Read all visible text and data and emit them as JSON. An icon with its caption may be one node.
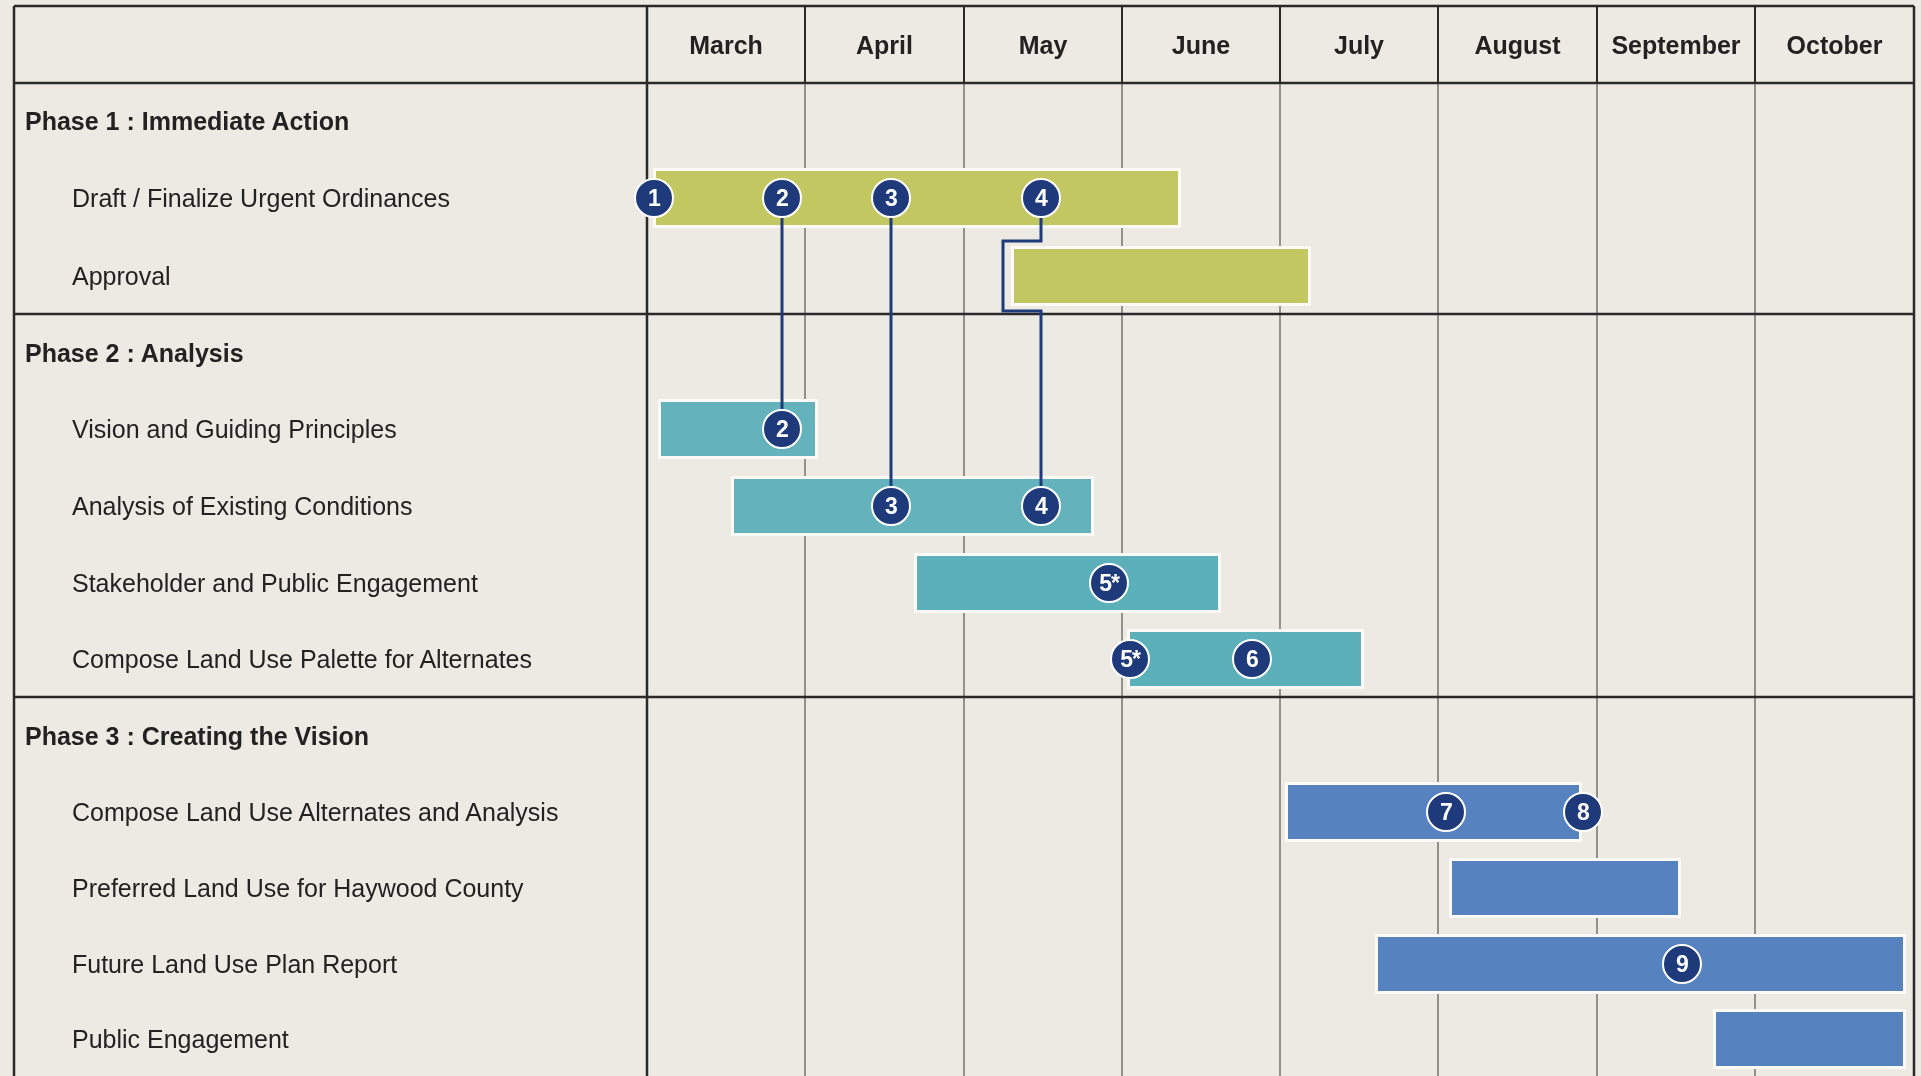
{
  "diagram": {
    "nodes": [
      {
        "text": [],
        "shape": "bar"
      },
      {
        "text": [
          "1"
        ]
      },
      {
        "text": [
          "2"
        ],
        "in": 0
      },
      {
        "text": [
          "3"
        ],
        "in": 0
      },
      {
        "text": [
          "4"
        ],
        "in": 0
      },
      {
        "text": [],
        "shape": "bar"
      },
      {
        "text": [],
        "shape": "bar"
      },
      {
        "text": [
          "2"
        ],
        "in": 6
      },
      {
        "text": [],
        "shape": "bar"
      },
      {
        "text": [
          "3"
        ],
        "in": 8
      },
      {
        "text": [
          "4"
        ],
        "in": 8
      },
      {
        "text": [],
        "shape": "bar"
      },
      {
        "text": [
          "5*"
        ],
        "in": 11
      },
      {
        "text": [],
        "shape": "bar"
      },
      {
        "text": [
          "5*"
        ]
      },
      {
        "text": [
          "6"
        ],
        "in": 13
      },
      {
        "text": [],
        "shape": "bar"
      },
      {
        "text": [
          "7"
        ],
        "in": 16
      },
      {
        "text": [
          "8"
        ]
      },
      {
        "text": [],
        "shape": "bar"
      },
      {
        "text": [],
        "shape": "bar"
      },
      {
        "text": [
          "9"
        ],
        "in": 20
      },
      {
        "text": [],
        "shape": "bar"
      }
    ],
    "edges": [
      {
        "from": 2,
        "to": 7,
        "arrow": "none"
      },
      {
        "from": 3,
        "to": 9,
        "arrow": "none"
      },
      {
        "from": 4,
        "to": 10,
        "arrow": "none"
      }
    ],
    "labels": [
      "March",
      "April",
      "May",
      "June",
      "July",
      "August",
      "September",
      "October",
      "Phase 1 : Immediate Action",
      "Draft / Finalize Urgent Ordinances",
      "Approval",
      "Phase 2 : Analysis",
      "Vision and Guiding Principles",
      "Analysis of Existing Conditions",
      "Stakeholder and Public Engagement",
      "Compose Land Use Palette for Alternates",
      "Phase 3 : Creating the Vision",
      "Compose Land Use Alternates and Analysis",
      "Preferred Land Use for Haywood County",
      "Future Land Use Plan Report",
      "Public Engagement"
    ]
  }
}
